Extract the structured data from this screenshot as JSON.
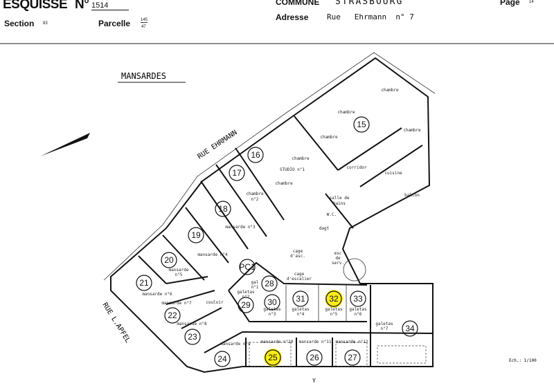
{
  "header": {
    "title": "ESQUISSE",
    "number_label": "N°",
    "number": "1514",
    "section_label": "Section",
    "section": "83",
    "parcelle_label": "Parcelle",
    "parcelle_top": "145",
    "parcelle_bottom": "47",
    "commune_label": "COMMUNE",
    "commune": "STRASBOURG",
    "adresse_label": "Adresse",
    "adresse": "Rue   Ehrmann  n° 7",
    "page_label": "Page",
    "page": "14"
  },
  "plan": {
    "title": "MANSARDES",
    "streets": [
      "RUE  EHRMANN",
      "RUE  L.APFEL"
    ],
    "scale": "Ech.: 1/100",
    "bottom_mark": "Y",
    "highlight_color": "#f7ec1c",
    "highlighted": [
      "32",
      "25"
    ],
    "units": [
      "15",
      "16",
      "17",
      "18",
      "19",
      "20",
      "21",
      "22",
      "23",
      "24",
      "25",
      "26",
      "27",
      "28",
      "29",
      "30",
      "31",
      "32",
      "33",
      "34",
      "PC1"
    ],
    "rooms": [
      "chambre",
      "chambre",
      "chambre",
      "chambre",
      "chambre",
      "STUDIO n°1",
      "chambre",
      "corridor",
      "cuisine",
      "chambre",
      "n°2",
      "salle  de",
      "bains",
      "balcon",
      "W.C.",
      "mansarde n°3",
      "dagt",
      "mansarde n°4",
      "cage",
      "d'asc.",
      "esc",
      "de",
      "serv.",
      "mansarde",
      "n°5",
      "cage",
      "d'escalier",
      "mansarde n°6",
      "couloir",
      "gal",
      "n°1",
      "galetas",
      "n°2",
      "galetas",
      "n°3",
      "galetas",
      "n°4",
      "galetas",
      "n°5",
      "galetas",
      "n°6",
      "galetas",
      "n°7",
      "mansarde n°7",
      "mansarde n°8",
      "mansarde n°9",
      "mansarde n°10",
      "mansarde n°11",
      "mansarde n°12"
    ]
  }
}
